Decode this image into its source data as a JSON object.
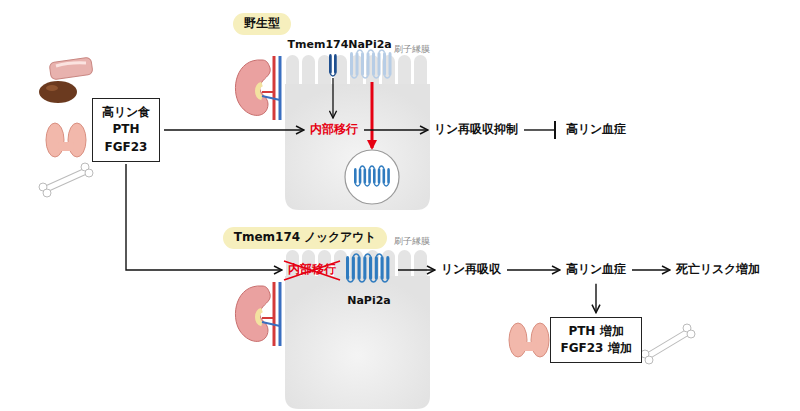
{
  "diagram": {
    "nodes": [
      {
        "text": [
          "高リン食",
          "PTH",
          "FGF23"
        ]
      },
      {
        "text": [
          "野生型"
        ]
      },
      {
        "text": [
          "内部移行"
        ]
      },
      {
        "text": [
          "リン再吸収抑制"
        ]
      },
      {
        "text": [
          "高リン血症"
        ]
      },
      {
        "text": [
          "Tmem174 ノックアウト"
        ]
      },
      {
        "text": [
          "内部移行"
        ]
      },
      {
        "text": [
          "リン再吸収"
        ]
      },
      {
        "text": [
          "高リン血症"
        ]
      },
      {
        "text": [
          "死亡リスク増加"
        ]
      },
      {
        "text": [
          "PTH 増加",
          "FGF23 増加"
        ]
      }
    ],
    "edges": [
      {
        "from": 0,
        "to": 2,
        "arrow": "to"
      },
      {
        "from": 2,
        "to": 3,
        "arrow": "to"
      },
      {
        "from": 3,
        "to": 4,
        "arrow": "to"
      },
      {
        "from": 0,
        "to": 6,
        "arrow": "to"
      },
      {
        "from": 6,
        "to": 7,
        "arrow": "to"
      },
      {
        "from": 7,
        "to": 8,
        "arrow": "to"
      },
      {
        "from": 8,
        "to": 9,
        "arrow": "to"
      },
      {
        "from": 8,
        "to": 10,
        "arrow": "to"
      }
    ],
    "labels": [
      "Tmem174",
      "NaPi2a",
      "刷子縁膜",
      "刷子縁膜",
      "NaPi2a"
    ]
  }
}
